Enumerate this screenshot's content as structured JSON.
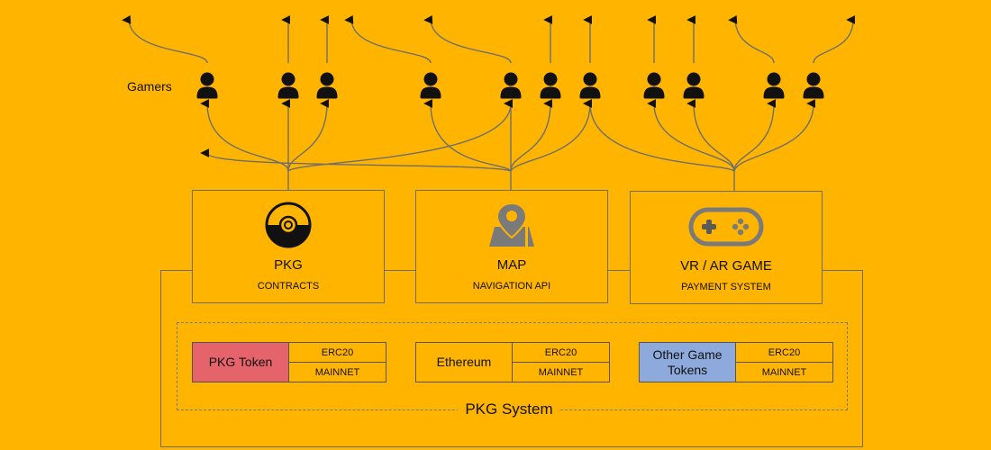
{
  "gamers_label": "Gamers",
  "gamer_count": 11,
  "modules": [
    {
      "id": "pkg",
      "title": "PKG",
      "subtitle": "CONTRACTS",
      "icon": "pokeball-icon"
    },
    {
      "id": "map",
      "title": "MAP",
      "subtitle": "NAVIGATION API",
      "icon": "map-pin-icon"
    },
    {
      "id": "game",
      "title": "VR / AR GAME",
      "subtitle": "PAYMENT SYSTEM",
      "icon": "gamepad-icon"
    }
  ],
  "tokens": [
    {
      "name": "PKG Token",
      "standard": "ERC20",
      "network": "MAINNET",
      "color": "#E5636A"
    },
    {
      "name": "Ethereum",
      "standard": "ERC20",
      "network": "MAINNET",
      "color": "#FFB400"
    },
    {
      "name": "Other Game Tokens",
      "standard": "ERC20",
      "network": "MAINNET",
      "color": "#8EA9DB"
    }
  ],
  "system_label": "PKG System",
  "colors": {
    "background": "#FFB400",
    "line": "#6e6e6e",
    "icon_gray": "#7a7a7a"
  }
}
